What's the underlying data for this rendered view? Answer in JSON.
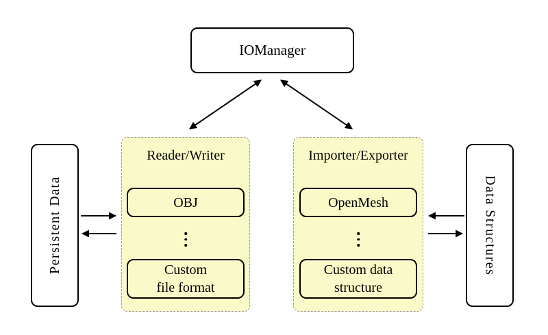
{
  "diagram": {
    "kind": "architecture-diagram",
    "colors": {
      "background": "#ffffff",
      "panel_fill": "#fafac8",
      "panel_border": "#999999",
      "node_border": "#000000",
      "arrow": "#000000",
      "text": "#000000"
    },
    "nodes": {
      "iomanager": {
        "label": "IOManager"
      },
      "persistent_data": {
        "label": "Persistent Data"
      },
      "data_structures": {
        "label": "Data Structures"
      },
      "reader_writer_panel": {
        "title": "Reader/Writer",
        "top_item": "OBJ",
        "ellipsis_icon": "vertical-ellipsis",
        "bottom_item": "Custom\nfile format"
      },
      "importer_exporter_panel": {
        "title": "Importer/Exporter",
        "top_item": "OpenMesh",
        "ellipsis_icon": "vertical-ellipsis",
        "bottom_item": "Custom data\nstructure"
      }
    },
    "edges": [
      {
        "from": "iomanager",
        "to": "reader_writer_panel",
        "arrows": "both"
      },
      {
        "from": "iomanager",
        "to": "importer_exporter_panel",
        "arrows": "both"
      },
      {
        "from": "persistent_data",
        "to": "reader_writer_panel",
        "arrows": "end"
      },
      {
        "from": "reader_writer_panel",
        "to": "persistent_data",
        "arrows": "end"
      },
      {
        "from": "data_structures",
        "to": "importer_exporter_panel",
        "arrows": "end"
      },
      {
        "from": "importer_exporter_panel",
        "to": "data_structures",
        "arrows": "end"
      }
    ]
  }
}
